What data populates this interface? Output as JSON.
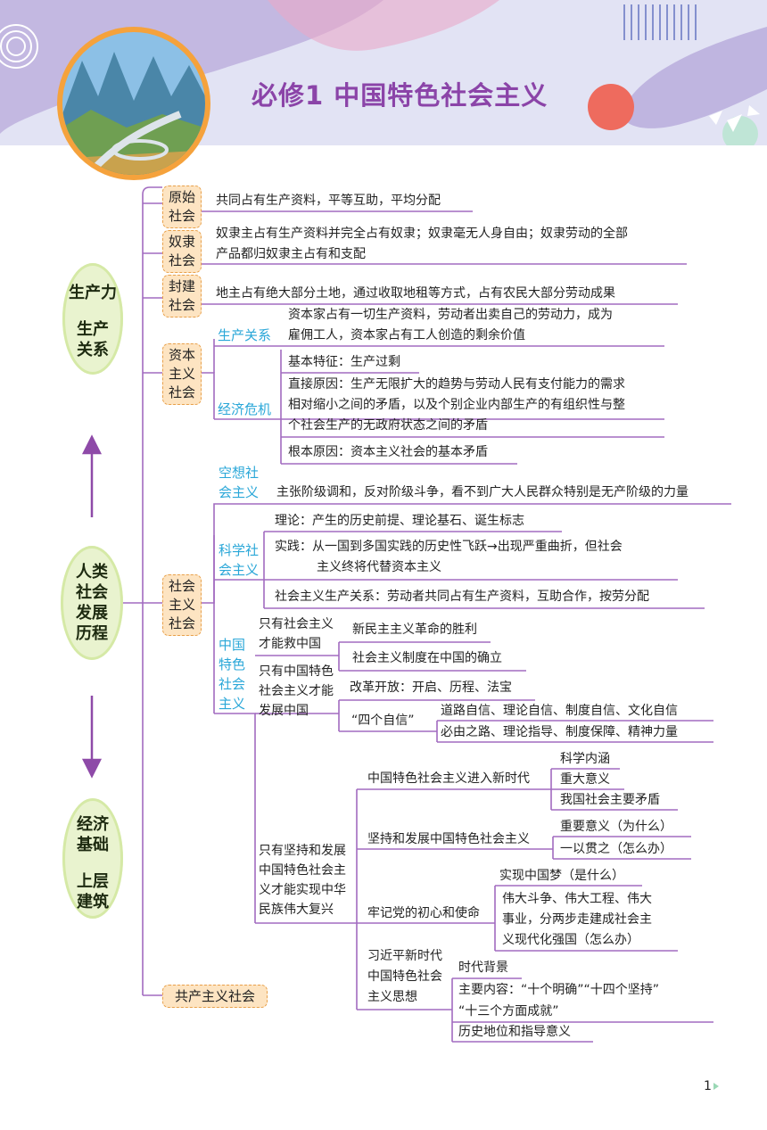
{
  "header": {
    "title": "必修1  中国特色社会主义"
  },
  "left": {
    "oval1": [
      "生产力",
      "生产",
      "关系"
    ],
    "oval2": [
      "人类",
      "社会",
      "发展",
      "历程"
    ],
    "oval3": [
      "经济",
      "基础",
      "上层",
      "建筑"
    ]
  },
  "stages": {
    "primitive": {
      "label": [
        "原始",
        "社会"
      ],
      "text": "共同占有生产资料，平等互助，平均分配"
    },
    "slave": {
      "label": [
        "奴隶",
        "社会"
      ],
      "text": [
        "奴隶主占有生产资料并完全占有奴隶；奴隶毫无人身自由；奴隶劳动的全部",
        "产品都归奴隶主占有和支配"
      ]
    },
    "feudal": {
      "label": [
        "封建",
        "社会"
      ],
      "text": "地主占有绝大部分土地，通过收取地租等方式，占有农民大部分劳动成果"
    },
    "capitalist": {
      "label": [
        "资本",
        "主义",
        "社会"
      ],
      "relation_title": "生产关系",
      "relation_text": [
        "资本家占有一切生产资料，劳动者出卖自己的劳动力，成为",
        "雇佣工人，资本家占有工人创造的剩余价值"
      ],
      "crisis_title": "经济危机",
      "crisis_feature": "基本特征：生产过剩",
      "crisis_direct": [
        "直接原因：生产无限扩大的趋势与劳动人民有支付能力的需求",
        "相对缩小之间的矛盾，以及个别企业内部生产的有组织性与整",
        "个社会生产的无政府状态之间的矛盾"
      ],
      "crisis_root": "根本原因：资本主义社会的基本矛盾"
    },
    "socialist": {
      "label": [
        "社会",
        "主义",
        "社会"
      ],
      "utopian_title": [
        "空想社",
        "会主义"
      ],
      "utopian_text": "主张阶级调和，反对阶级斗争，看不到广大人民群众特别是无产阶级的力量",
      "scientific_title": [
        "科学社",
        "会主义"
      ],
      "sci_theory": "理论：产生的历史前提、理论基石、诞生标志",
      "sci_practice": [
        "实践：从一国到多国实践的历史性飞跃→出现严重曲折，但社会",
        "主义终将代替资本主义"
      ],
      "sci_relation": "社会主义生产关系：劳动者共同占有生产资料，互助合作，按劳分配",
      "cs_title": [
        "中国",
        "特色",
        "社会",
        "主义"
      ],
      "only_socialism": [
        "只有社会主义",
        "才能救中国"
      ],
      "new_democratic": "新民主主义革命的胜利",
      "system_established": "社会主义制度在中国的确立",
      "only_cs": [
        "只有中国特色",
        "社会主义才能",
        "发展中国"
      ],
      "reform": "改革开放：开启、历程、法宝",
      "four_confidences": "“四个自信”",
      "confidence_1": "道路自信、理论自信、制度自信、文化自信",
      "confidence_2": "必由之路、理论指导、制度保障、精神力量",
      "only_persist": [
        "只有坚持和发展",
        "中国特色社会主",
        "义才能实现中华",
        "民族伟大复兴"
      ],
      "new_era": "中国特色社会主义进入新时代",
      "new_era_items": [
        "科学内涵",
        "重大意义",
        "我国社会主要矛盾"
      ],
      "persist_develop": "坚持和发展中国特色社会主义",
      "persist_items": [
        "重要意义（为什么）",
        "一以贯之（怎么办）"
      ],
      "mission": "牢记党的初心和使命",
      "mission_dream": "实现中国梦（是什么）",
      "mission_great": [
        "伟大斗争、伟大工程、伟大",
        "事业，分两步走建成社会主",
        "义现代化强国（怎么办）"
      ],
      "xi_thought": [
        "习近平新时代",
        "中国特色社会",
        "主义思想"
      ],
      "xi_background": "时代背景",
      "xi_content": [
        "主要内容：“十个明确”“十四个坚持”",
        "“十三个方面成就”"
      ],
      "xi_status": "历史地位和指导意义"
    },
    "communist": {
      "label": "共产主义社会"
    }
  },
  "page_number": "1",
  "colors": {
    "branch": "#a26bc0",
    "accent_blue": "#2aa7d8",
    "tag_fill": "#fde4c2",
    "tag_border": "#e8a04a",
    "title": "#8b44a8",
    "oval": "#e9f3cf",
    "arrow": "#8e4aa8"
  }
}
